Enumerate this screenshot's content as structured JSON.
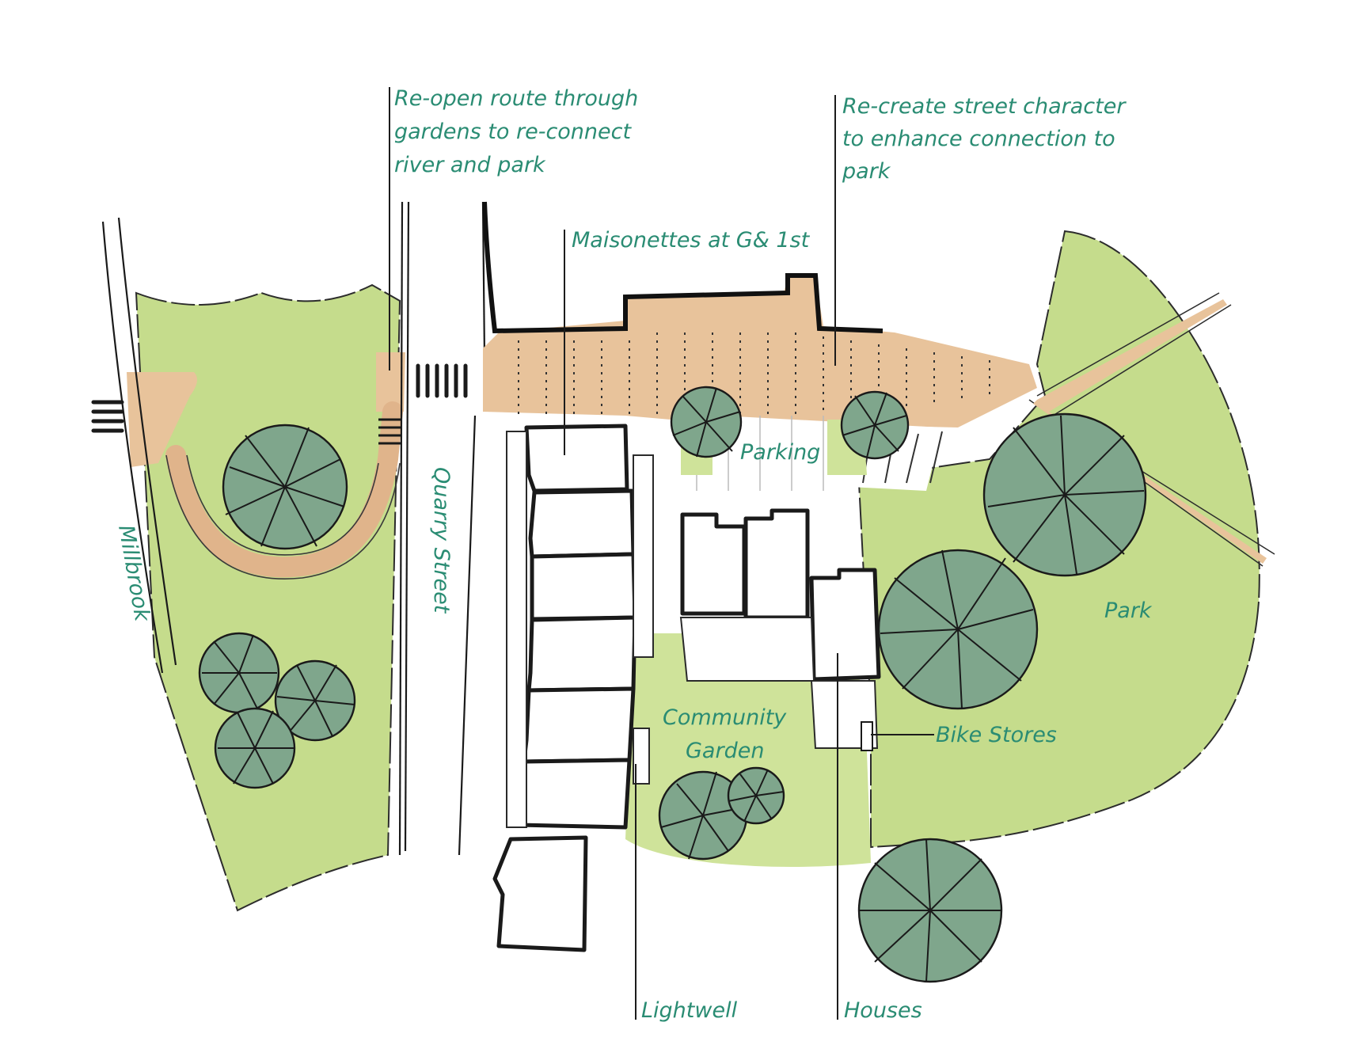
{
  "labels": {
    "reopen_route": [
      "Re-open route through",
      "gardens to re-connect",
      "river and park"
    ],
    "street_character": [
      "Re-create street character",
      "to enhance connection to",
      "park"
    ],
    "maisonettes": "Maisonettes at G& 1st",
    "parking": "Parking",
    "quarry_street": "Quarry Street",
    "millbrook": "Millbrook",
    "park": "Park",
    "community_garden": [
      "Community",
      "Garden"
    ],
    "bike_stores": "Bike Stores",
    "lightwell": "Lightwell",
    "houses": "Houses"
  },
  "colors": {
    "label_text": "#2a8c73",
    "grass": "#c5dc8c",
    "paving": "#e8c39b",
    "tree_canopy": "#7fa68c",
    "building_outline": "#1a1a1a"
  }
}
